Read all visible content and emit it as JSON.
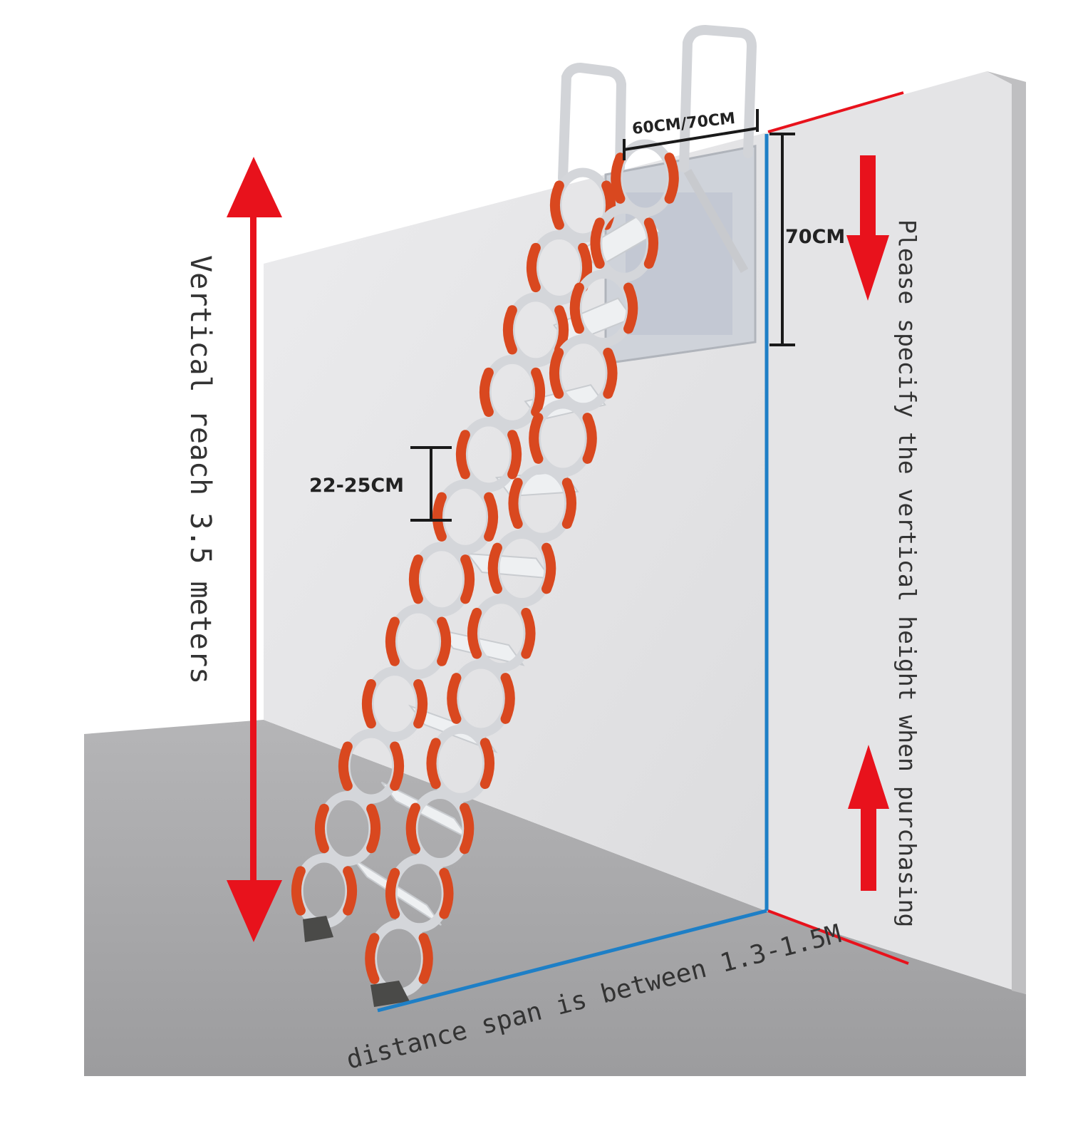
{
  "labels": {
    "top_width": "60CM/70CM",
    "box_height": "70CM",
    "step_spacing": "22-25CM",
    "vertical_reach": "Vertical reach 3.5 meters",
    "specify_height": "Please specify the vertical height when purchasing",
    "distance_span": "distance span is between 1.3-1.5M"
  },
  "colors": {
    "wall": "#e6e6e8",
    "wall_side": "#bdbdbf",
    "floor": "#a9a9ab",
    "arrow_red": "#e8121c",
    "measure_blue": "#1e7fc6",
    "ladder_orange": "#d9481f",
    "ladder_silver": "#d4d6da"
  }
}
